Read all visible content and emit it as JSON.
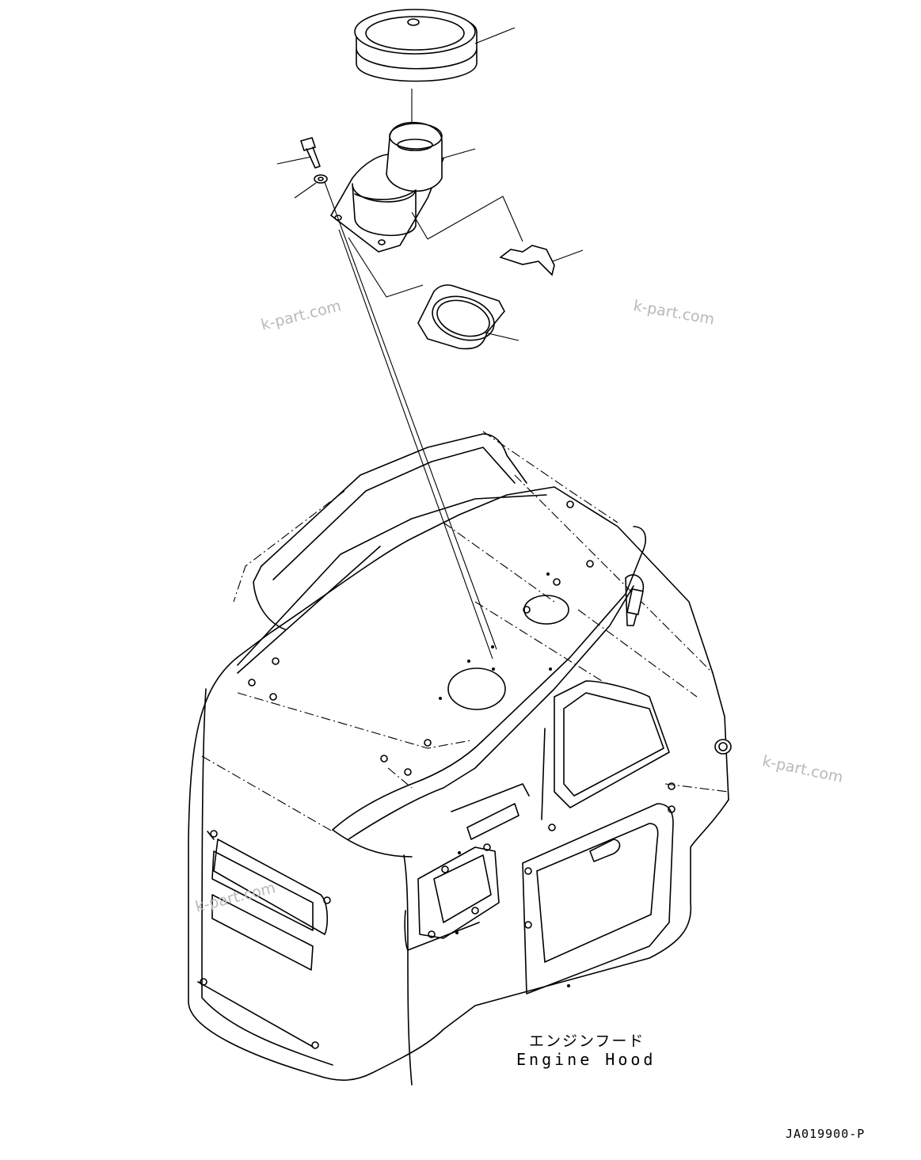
{
  "title_jp": "エンジンフード",
  "title_en": "Engine Hood",
  "drawing_code": "JA019900-P",
  "watermarks": [
    "k-part.com",
    "k-part.com",
    "k-part.com",
    "k-part.com"
  ],
  "parts": [
    {
      "name": "cap-icon"
    },
    {
      "name": "pipe-icon"
    },
    {
      "name": "bolt-icon"
    },
    {
      "name": "washer-icon"
    },
    {
      "name": "bracket-icon"
    },
    {
      "name": "gasket-icon"
    },
    {
      "name": "engine-hood-icon"
    }
  ]
}
